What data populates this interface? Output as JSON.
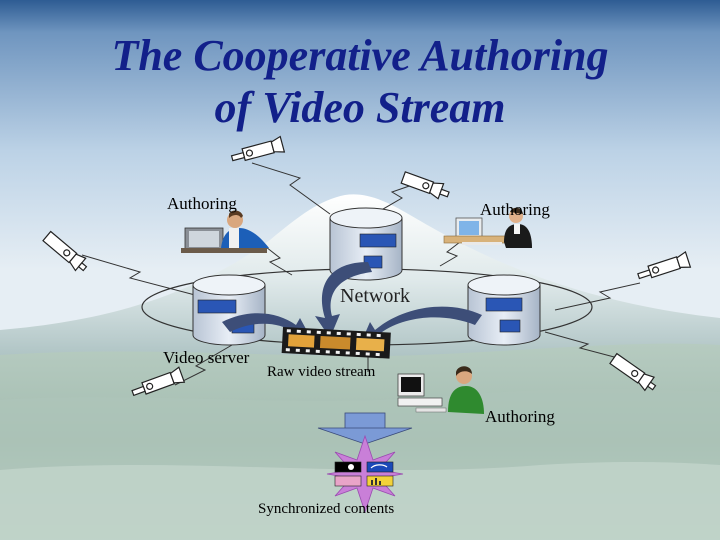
{
  "slide": {
    "title_line1": "The Cooperative Authoring",
    "title_line2": "of Video Stream"
  },
  "labels": {
    "authoring_left": "Authoring",
    "authoring_right": "Authoring",
    "authoring_bottom": "Authoring",
    "network": "Network",
    "video_server": "Video server",
    "raw_video_stream": "Raw video stream",
    "synchronized_contents": "Synchronized contents"
  },
  "icons": [
    "video-camera-icon",
    "video-server-icon",
    "authoring-workstation-icon",
    "film-strip-icon",
    "multimedia-contents-icon",
    "down-arrow-icon"
  ],
  "colors": {
    "title": "#12208a",
    "sky_top": "#2e5c93",
    "sky_mid": "#bcd2e6",
    "mountain": "#7f9ea7",
    "ground": "#a9c2b5",
    "server_panel": "#2a56b5",
    "arrow": "#3d4e78",
    "down_arrow": "#7b9ad6"
  }
}
